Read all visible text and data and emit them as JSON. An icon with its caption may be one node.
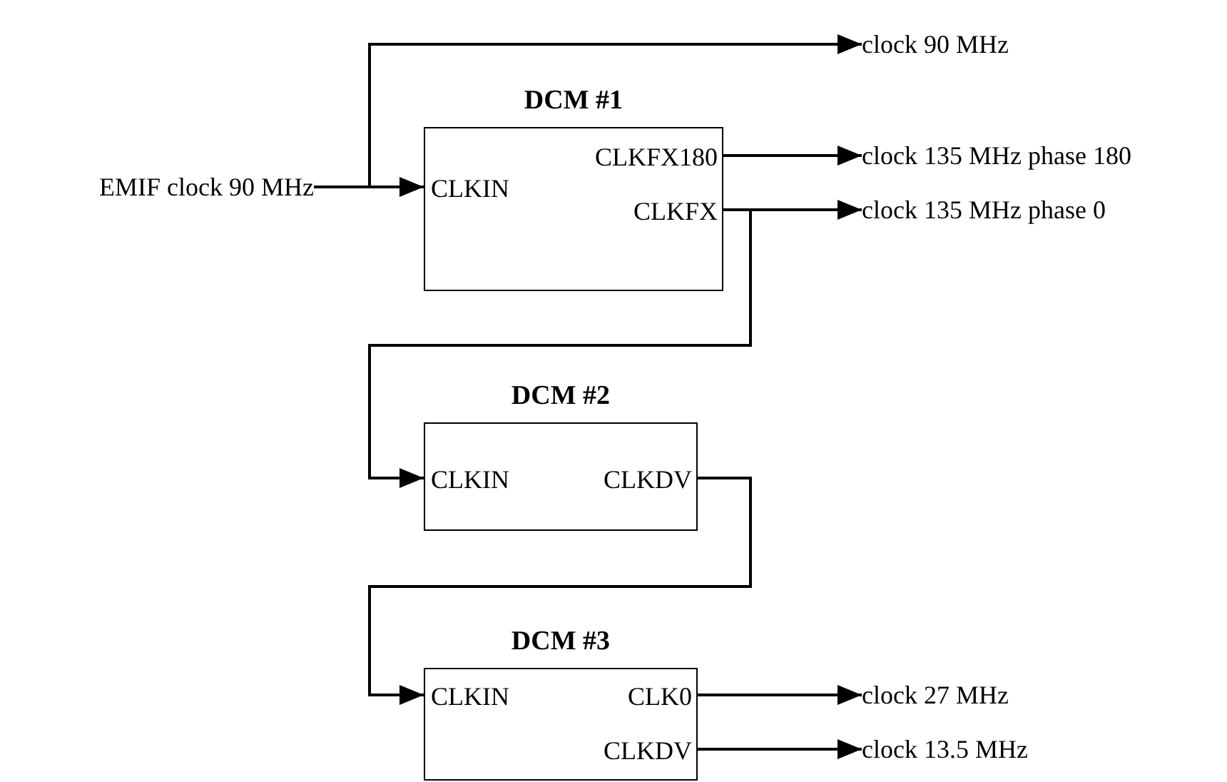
{
  "diagram": {
    "nodes": [
      {
        "text": [
          "EMIF clock 90 MHz"
        ]
      },
      {
        "text": [
          "DCM #1",
          "CLKIN",
          "CLKFX180",
          "CLKFX"
        ]
      },
      {
        "text": [
          "clock 90 MHz"
        ]
      },
      {
        "text": [
          "clock 135 MHz phase 180"
        ]
      },
      {
        "text": [
          "clock 135 MHz phase 0"
        ]
      },
      {
        "text": [
          "DCM #2",
          "CLKIN",
          "CLKDV"
        ]
      },
      {
        "text": [
          "DCM #3",
          "CLKIN",
          "CLK0",
          "CLKDV"
        ]
      },
      {
        "text": [
          "clock 27 MHz"
        ]
      },
      {
        "text": [
          "clock 13.5 MHz"
        ]
      }
    ],
    "edges": [
      {
        "from": 0,
        "to": 1,
        "arrow": "to"
      },
      {
        "from": 0,
        "to": 2,
        "arrow": "to"
      },
      {
        "from": 1,
        "to": 3,
        "arrow": "to"
      },
      {
        "from": 1,
        "to": 4,
        "arrow": "to"
      },
      {
        "from": 1,
        "to": 5,
        "arrow": "to"
      },
      {
        "from": 5,
        "to": 6,
        "arrow": "to"
      },
      {
        "from": 6,
        "to": 7,
        "arrow": "to"
      },
      {
        "from": 6,
        "to": 8,
        "arrow": "to"
      }
    ]
  }
}
